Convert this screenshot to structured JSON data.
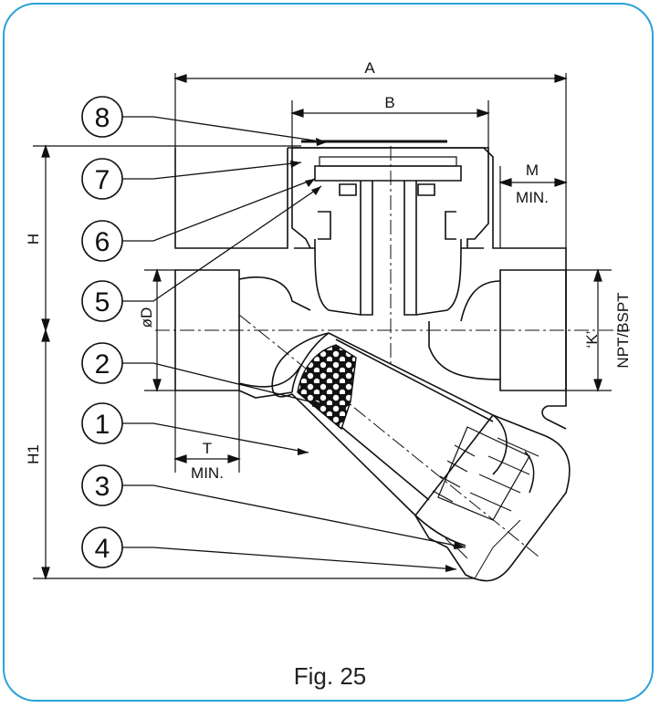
{
  "caption": "Fig. 25",
  "colors": {
    "frame": "#2ba3d6",
    "line": "#111111"
  },
  "dimensions": {
    "A": "A",
    "B": "B",
    "M": "M",
    "M_sub": "MIN.",
    "H": "H",
    "H1": "H1",
    "D": "øD",
    "T": "T",
    "T_sub": "MIN.",
    "K": "‘K’",
    "thread": "NPT/BSPT"
  },
  "callouts": [
    "8",
    "7",
    "6",
    "5",
    "2",
    "1",
    "3",
    "4"
  ]
}
